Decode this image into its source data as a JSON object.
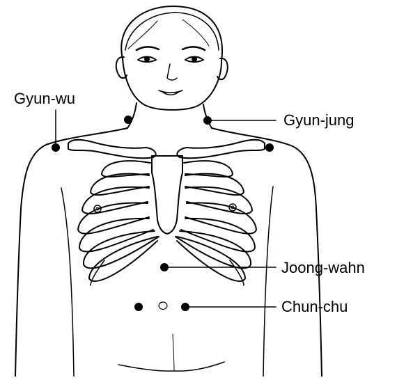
{
  "points": {
    "gyun_wu": "Gyun-wu",
    "gyun_jung": "Gyun-jung",
    "joong_wahn": "Joong-wahn",
    "chun_chu": "Chun-chu"
  },
  "colors": {
    "ink": "#000000",
    "background": "#ffffff"
  }
}
